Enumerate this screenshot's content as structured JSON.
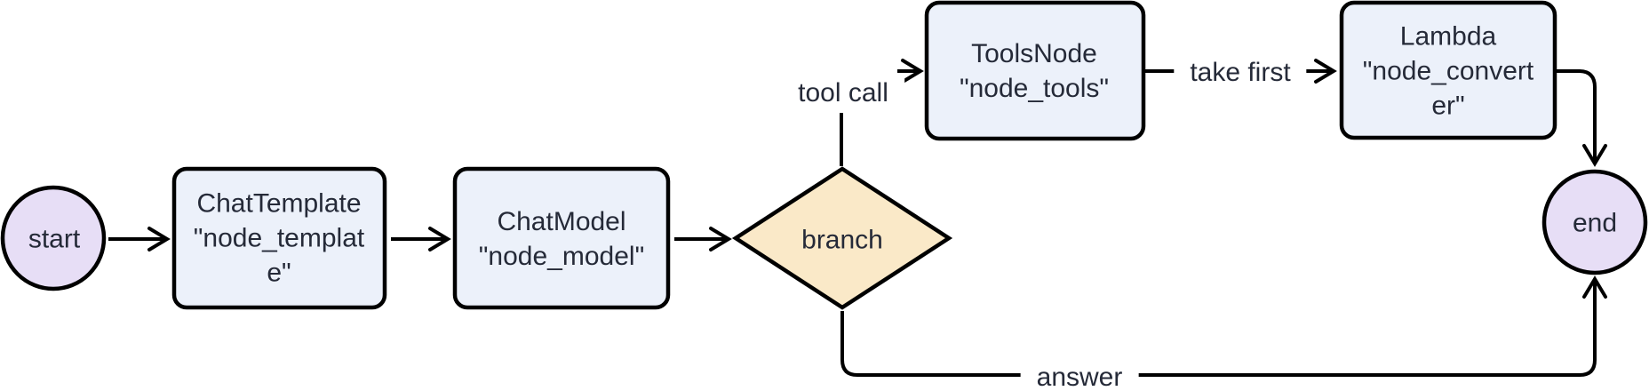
{
  "diagram": {
    "type": "flowchart",
    "direction": "left-to-right",
    "background": "#ffffff",
    "colors": {
      "terminal_fill": "#e7def6",
      "node_fill": "#ecf1fa",
      "decision_fill": "#fae9c8",
      "stroke": "#000000",
      "text": "#252a38",
      "edge_label_background": "#ffffff"
    },
    "nodes": [
      {
        "id": "start",
        "shape": "circle",
        "label": "start"
      },
      {
        "id": "node_template",
        "shape": "rounded-rect",
        "label": "ChatTemplate\n\"node_templat\ne\""
      },
      {
        "id": "node_model",
        "shape": "rounded-rect",
        "label": "ChatModel\n\"node_model\""
      },
      {
        "id": "branch",
        "shape": "diamond",
        "label": "branch"
      },
      {
        "id": "node_tools",
        "shape": "rounded-rect",
        "label": "ToolsNode\n\"node_tools\""
      },
      {
        "id": "node_converter",
        "shape": "rounded-rect",
        "label": "Lambda\n\"node_convert\ner\""
      },
      {
        "id": "end",
        "shape": "circle",
        "label": "end"
      }
    ],
    "edges": [
      {
        "from": "start",
        "to": "node_template",
        "label": ""
      },
      {
        "from": "node_template",
        "to": "node_model",
        "label": ""
      },
      {
        "from": "node_model",
        "to": "branch",
        "label": ""
      },
      {
        "from": "branch",
        "to": "node_tools",
        "label": "tool call"
      },
      {
        "from": "node_tools",
        "to": "node_converter",
        "label": "take first"
      },
      {
        "from": "node_converter",
        "to": "end",
        "label": ""
      },
      {
        "from": "branch",
        "to": "end",
        "label": "answer"
      }
    ]
  }
}
